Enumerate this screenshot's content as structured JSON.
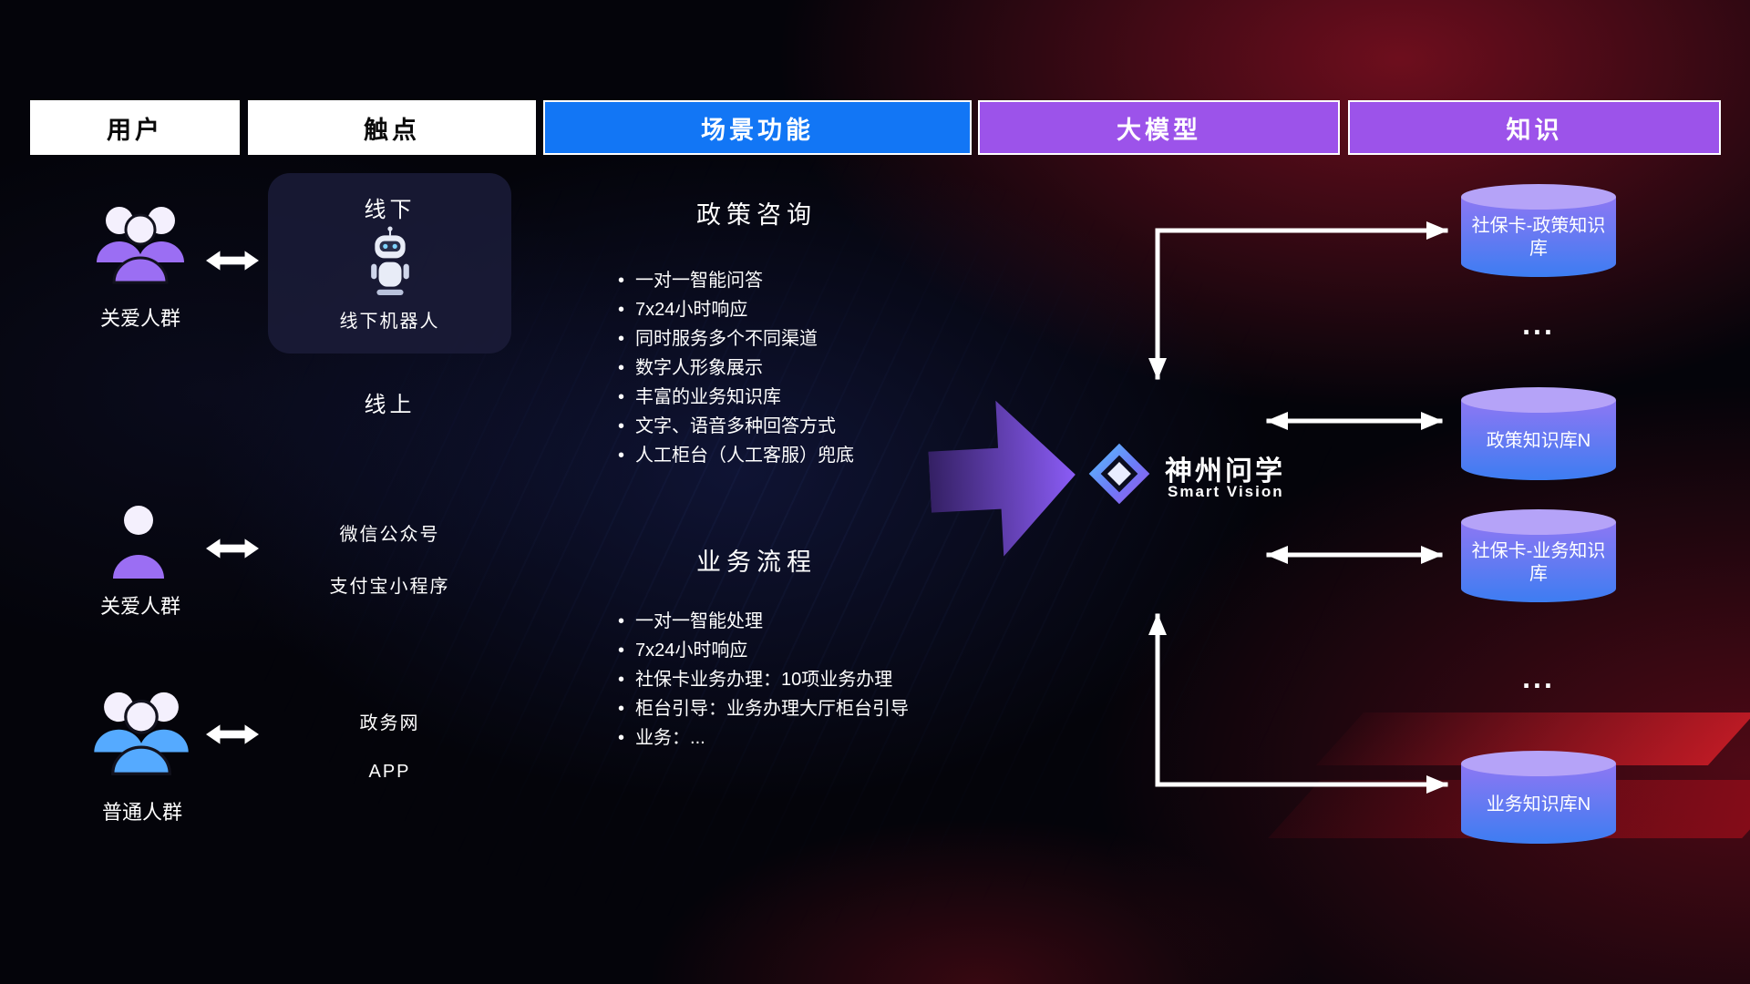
{
  "header": {
    "columns": [
      {
        "label": "用户"
      },
      {
        "label": "触点"
      },
      {
        "label": "场景功能"
      },
      {
        "label": "大模型"
      },
      {
        "label": "知识"
      }
    ]
  },
  "users": [
    {
      "label": "关爱人群"
    },
    {
      "label": "关爱人群"
    },
    {
      "label": "普通人群"
    }
  ],
  "touchpoints": {
    "offline": {
      "title": "线下",
      "robot_label": "线下机器人"
    },
    "online_title": "线上",
    "online_items": [
      "微信公众号",
      "支付宝小程序",
      "政务网",
      "APP"
    ]
  },
  "scenarios": {
    "policy": {
      "title": "政策咨询",
      "bullets": [
        "一对一智能问答",
        "7x24小时响应",
        "同时服务多个不同渠道",
        "数字人形象展示",
        "丰富的业务知识库",
        "文字、语音多种回答方式",
        "人工柜台（人工客服）兜底"
      ]
    },
    "business": {
      "title": "业务流程",
      "bullets": [
        "一对一智能处理",
        "7x24小时响应",
        "社保卡业务办理：10项业务办理",
        "柜台引导：业务办理大厅柜台引导",
        "业务：..."
      ]
    }
  },
  "model": {
    "name": "神州问学",
    "subtitle": "Smart Vision"
  },
  "knowledge": {
    "items": [
      {
        "label": "社保卡-政策知识库"
      },
      {
        "label": "政策知识库N"
      },
      {
        "label": "社保卡-业务知识库"
      },
      {
        "label": "业务知识库N"
      }
    ],
    "ellipsis": "..."
  },
  "colors": {
    "scene_blue": "#1276f5",
    "accent_purple": "#9c53ea",
    "user_purple": "#9b6ef3",
    "user_blue": "#55aaff",
    "cyl_top": "#b5a3f8",
    "cyl_body_top": "#8d77f3",
    "cyl_bottom": "#3d7df2",
    "arrow_dark": "#342064",
    "arrow_bright": "#8b5cf6",
    "logo_blue": "#58c2ff",
    "logo_purple": "#9a55e8"
  }
}
